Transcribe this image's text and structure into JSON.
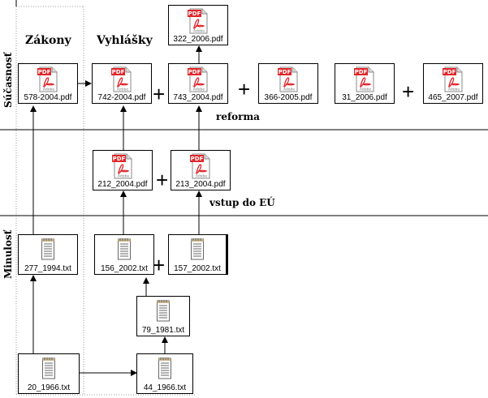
{
  "labels": {
    "zakony": "Zákony",
    "vyhlasky": "Vyhlášky",
    "reforma": "reforma",
    "vstup": "vstup do EÚ",
    "sucasnost": "Súčasnosť",
    "minulost": "Minulosť",
    "plus": "+"
  },
  "files": {
    "f578": "578-2004.pdf",
    "f742": "742-2004.pdf",
    "f743": "743_2004.pdf",
    "f322": "322_2006.pdf",
    "f366": "366-2005.pdf",
    "f31": "31_2006.pdf",
    "f465": "465_2007.pdf",
    "f212": "212_2004.pdf",
    "f213": "213_2004.pdf",
    "f277": "277_1994.txt",
    "f156": "156_2002.txt",
    "f157": "157_2002.txt",
    "f79": "79_1981.txt",
    "f20": "20_1966.txt",
    "f44": "44_1966.txt"
  },
  "icons": {
    "pdf_label": "PDF",
    "adobe_label": "Adobe"
  },
  "colors": {
    "pdf_red": "#e0262a",
    "adobe_text": "#777777",
    "line": "#000000",
    "dotted": "#999999"
  }
}
